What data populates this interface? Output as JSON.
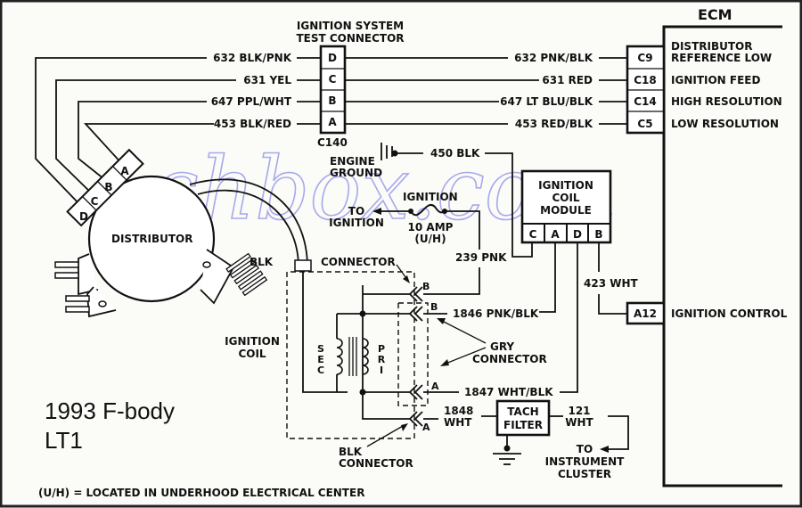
{
  "diagram": {
    "caption": {
      "line1": "1993 F-body",
      "line2": "LT1"
    },
    "footnote": "(U/H) = LOCATED IN UNDERHOOD ELECTRICAL CENTER",
    "watermark": "shbox.com",
    "test_connector": {
      "title_line1": "IGNITION SYSTEM",
      "title_line2": "TEST CONNECTOR",
      "id": "C140",
      "pins": [
        "D",
        "C",
        "B",
        "A"
      ]
    },
    "left_wires": [
      "632 BLK/PNK",
      "631 YEL",
      "647 PPL/WHT",
      "453 BLK/RED"
    ],
    "right_wires": [
      "632 PNK/BLK",
      "631 RED",
      "647 LT BLU/BLK",
      "453 RED/BLK"
    ],
    "ecm": {
      "title": "ECM",
      "pins": [
        {
          "pin": "C9",
          "label_line1": "DISTRIBUTOR",
          "label_line2": "REFERENCE LOW"
        },
        {
          "pin": "C18",
          "label_line1": "IGNITION FEED",
          "label_line2": ""
        },
        {
          "pin": "C14",
          "label_line1": "HIGH RESOLUTION",
          "label_line2": ""
        },
        {
          "pin": "C5",
          "label_line1": "LOW RESOLUTION",
          "label_line2": ""
        },
        {
          "pin": "A12",
          "label_line1": "IGNITION CONTROL",
          "label_line2": ""
        }
      ]
    },
    "distributor": {
      "label": "DISTRIBUTOR",
      "pins": [
        "A",
        "B",
        "C",
        "D"
      ]
    },
    "engine_ground": {
      "line1": "ENGINE",
      "line2": "GROUND"
    },
    "ground_wire": "450 BLK",
    "fuse": {
      "title": "IGNITION",
      "rating": "10 AMP",
      "location": "(U/H)",
      "to_line1": "TO",
      "to_line2": "IGNITION"
    },
    "feed_wire": "239 PNK",
    "coil_module": {
      "line1": "IGNITION",
      "line2": "COIL",
      "line3": "MODULE",
      "pins": [
        "C",
        "A",
        "D",
        "B"
      ]
    },
    "control_wire": "423 WHT",
    "blk_connector_top": {
      "line1": "BLK",
      "line2": "CONNECTOR"
    },
    "blk_connector_bottom": {
      "line1": "BLK",
      "line2": "CONNECTOR"
    },
    "gry_connector": {
      "line1": "GRY",
      "line2": "CONNECTOR"
    },
    "ignition_coil": {
      "line1": "IGNITION",
      "line2": "COIL",
      "sec": [
        "S",
        "E",
        "C"
      ],
      "pri": [
        "P",
        "R",
        "I"
      ]
    },
    "connector_pins": {
      "b1": "B",
      "b2": "B",
      "a1": "A",
      "a2": "A"
    },
    "wire_1846": "1846 PNK/BLK",
    "wire_1847": "1847 WHT/BLK",
    "wire_1848": {
      "line1": "1848",
      "line2": "WHT"
    },
    "tach_filter": {
      "line1": "TACH",
      "line2": "FILTER"
    },
    "wire_121": {
      "line1": "121",
      "line2": "WHT"
    },
    "instrument_cluster": {
      "line1": "TO",
      "line2": "INSTRUMENT",
      "line3": "CLUSTER"
    }
  }
}
